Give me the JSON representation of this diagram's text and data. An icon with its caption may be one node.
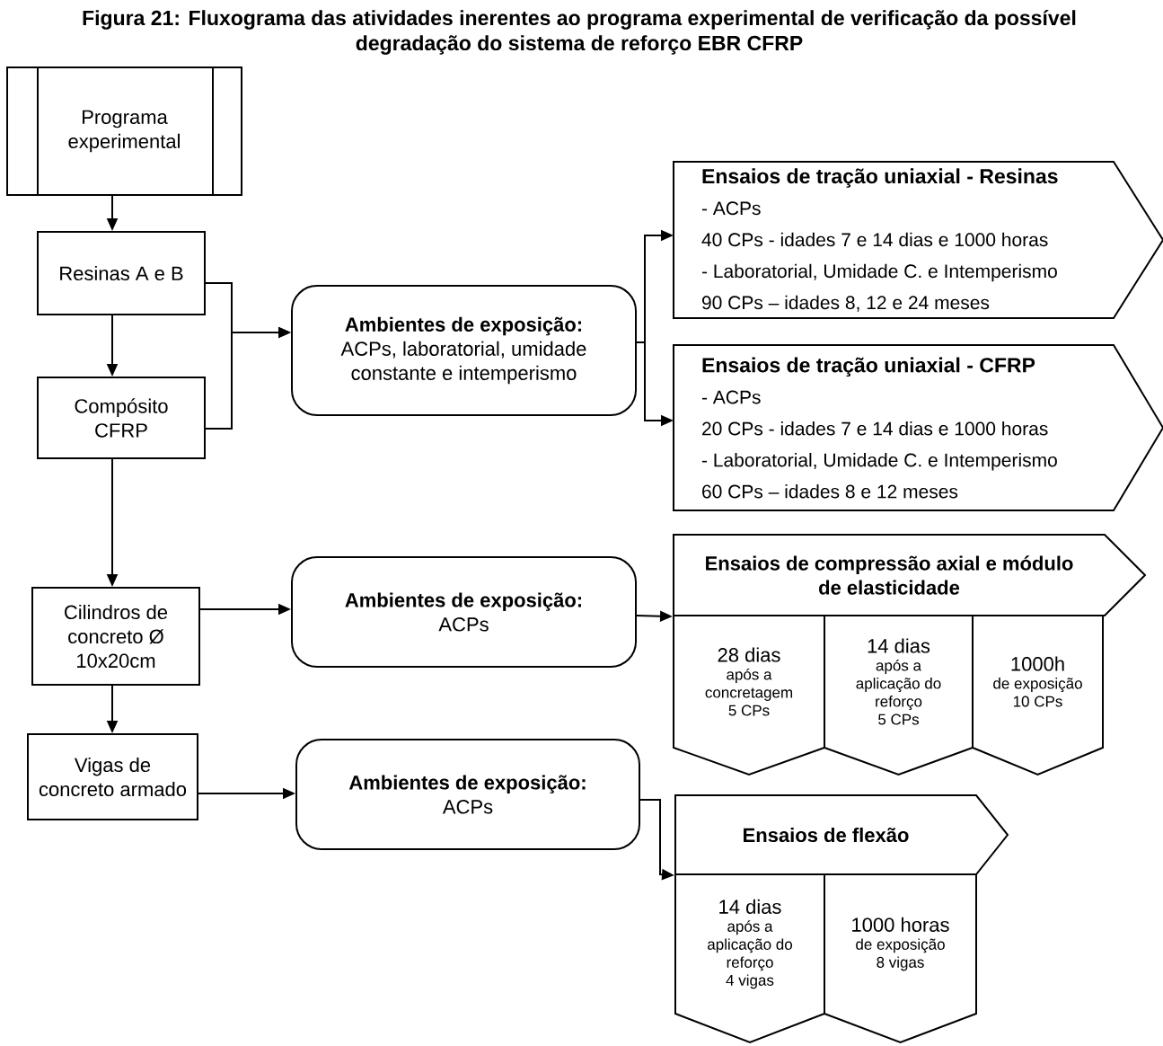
{
  "diagram": {
    "title": "Figura 21: Fluxograma das atividades inerentes ao programa experimental de verificação da possível degradação do sistema de reforço EBR CFRP",
    "nodes": [
      {
        "text": [
          "Programa experimental"
        ]
      },
      {
        "text": [
          "Resinas A e B"
        ]
      },
      {
        "text": [
          "Compósito CFRP"
        ]
      },
      {
        "text": [
          "Ambientes de exposição:",
          "ACPs, laboratorial, umidade constante e intemperismo"
        ]
      },
      {
        "text": [
          "Ensaios de tração uniaxial - Resinas",
          "- ACPs",
          "40 CPs - idades 7 e 14 dias e 1000 horas",
          "- Laboratorial, Umidade C. e Intemperismo",
          "90 CPs – idades 8, 12 e 24 meses"
        ]
      },
      {
        "text": [
          "Ensaios de tração uniaxial - CFRP",
          "- ACPs",
          "20 CPs - idades 7 e 14 dias e 1000 horas",
          "- Laboratorial, Umidade C. e Intemperismo",
          "60 CPs – idades 8 e 12 meses"
        ]
      },
      {
        "text": [
          "Cilindros de concreto Ø 10x20cm"
        ]
      },
      {
        "text": [
          "Ambientes de exposição:",
          "ACPs"
        ]
      },
      {
        "text": [
          "Ensaios de compressão axial e módulo de elasticidade"
        ]
      },
      {
        "text": [
          "28 dias",
          "após a concretagem",
          "5 CPs"
        ]
      },
      {
        "text": [
          "14 dias",
          "após a aplicação do reforço",
          "5 CPs"
        ]
      },
      {
        "text": [
          "1000h",
          "de exposição",
          "10 CPs"
        ]
      },
      {
        "text": [
          "Vigas de concreto armado"
        ]
      },
      {
        "text": [
          "Ambientes de exposição:",
          "ACPs"
        ]
      },
      {
        "text": [
          "Ensaios de flexão"
        ]
      },
      {
        "text": [
          "14 dias",
          "após a aplicação do reforço",
          "4 vigas"
        ]
      },
      {
        "text": [
          "1000 horas",
          "de exposição",
          "8 vigas"
        ]
      }
    ],
    "edges": [
      {
        "from": 0,
        "to": 1,
        "arrow": "to"
      },
      {
        "from": 1,
        "to": 2,
        "arrow": "to"
      },
      {
        "from": 2,
        "to": 6,
        "arrow": "to"
      },
      {
        "from": 6,
        "to": 12,
        "arrow": "to"
      },
      {
        "from": 1,
        "to": 3,
        "arrow": "to"
      },
      {
        "from": 2,
        "to": 3,
        "arrow": "to"
      },
      {
        "from": 3,
        "to": 4,
        "arrow": "to"
      },
      {
        "from": 3,
        "to": 5,
        "arrow": "to"
      },
      {
        "from": 6,
        "to": 7,
        "arrow": "to"
      },
      {
        "from": 7,
        "to": 8,
        "arrow": "to"
      },
      {
        "from": 12,
        "to": 13,
        "arrow": "to"
      },
      {
        "from": 13,
        "to": 14,
        "arrow": "to"
      }
    ]
  }
}
